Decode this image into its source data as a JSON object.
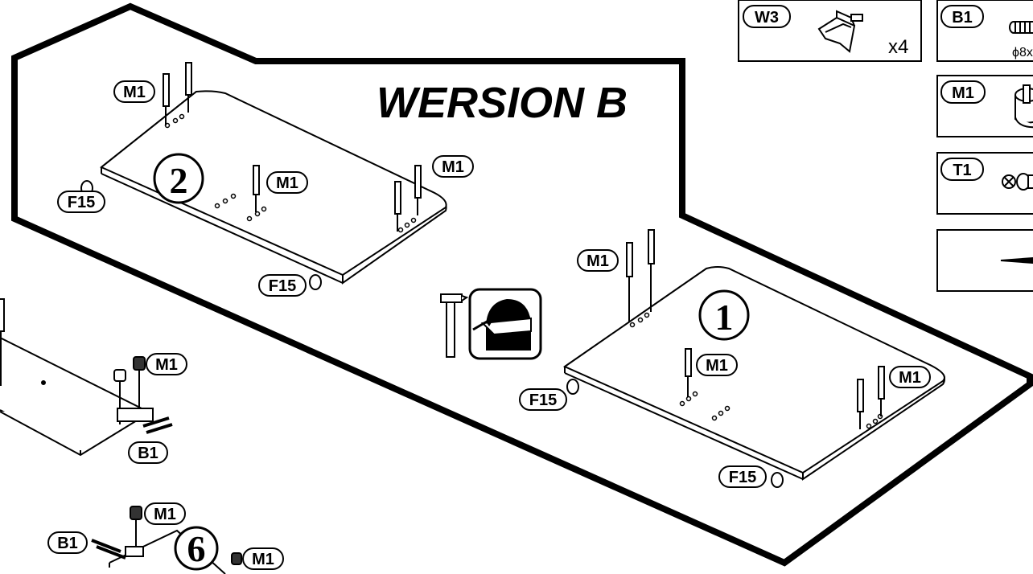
{
  "title": "WERSION B",
  "steps": {
    "step_1": "1",
    "step_2": "2",
    "step_6": "6"
  },
  "parts_panel": {
    "w3": {
      "label": "W3",
      "quantity": "x4"
    },
    "b1": {
      "label": "B1",
      "size": "ϕ8x"
    },
    "m1": {
      "label": "M1"
    },
    "t1": {
      "label": "T1"
    }
  },
  "callouts": {
    "m1": "M1",
    "f15": "F15",
    "b1": "B1"
  },
  "icons": [
    "hammer-icon",
    "safety-goggles-icon",
    "bracket-icon",
    "dowel-icon",
    "cam-lock-icon",
    "cam-screw-icon",
    "nail-icon"
  ],
  "colors": {
    "line": "#000000",
    "background": "#ffffff"
  }
}
